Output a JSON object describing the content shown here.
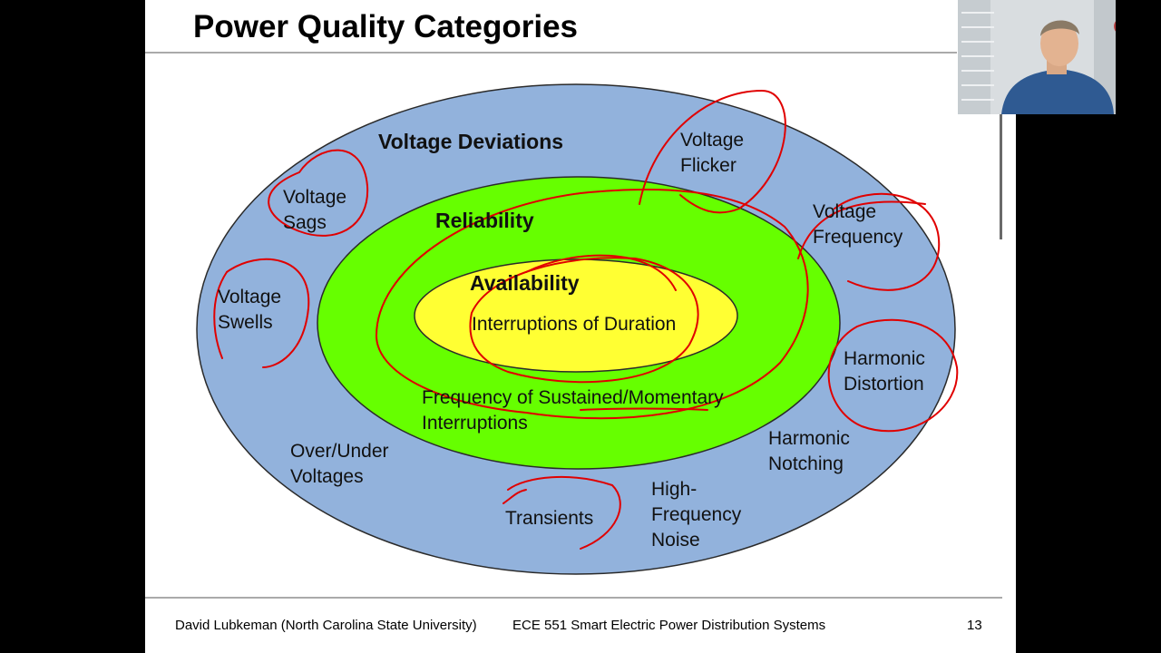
{
  "slide": {
    "title": "Power Quality Categories",
    "footer_author": "David Lubkeman (North Carolina State University)",
    "footer_course": "ECE 551 Smart Electric Power Distribution Systems",
    "page_number": "13"
  },
  "diagram": {
    "outer_label": "Voltage Deviations",
    "middle_label": "Reliability",
    "inner_label": "Availability",
    "inner_text": "Interruptions of Duration",
    "middle_text": "Frequency of Sustained/Momentary\nInterruptions",
    "outer_items": [
      "Voltage\nFlicker",
      "Voltage\nSags",
      "Voltage\nFrequency",
      "Voltage\nSwells",
      "Harmonic\nDistortion",
      "Over/Under\nVoltages",
      "Harmonic\nNotching",
      "Transients",
      "High-\nFrequency\nNoise"
    ],
    "colors": {
      "outer": "#92b2dc",
      "middle": "#66ff00",
      "inner": "#ffff33",
      "annotation": "#e00000"
    }
  },
  "webcam": {
    "icon": "presenter-video-icon",
    "badge": "recording-dot-icon"
  }
}
